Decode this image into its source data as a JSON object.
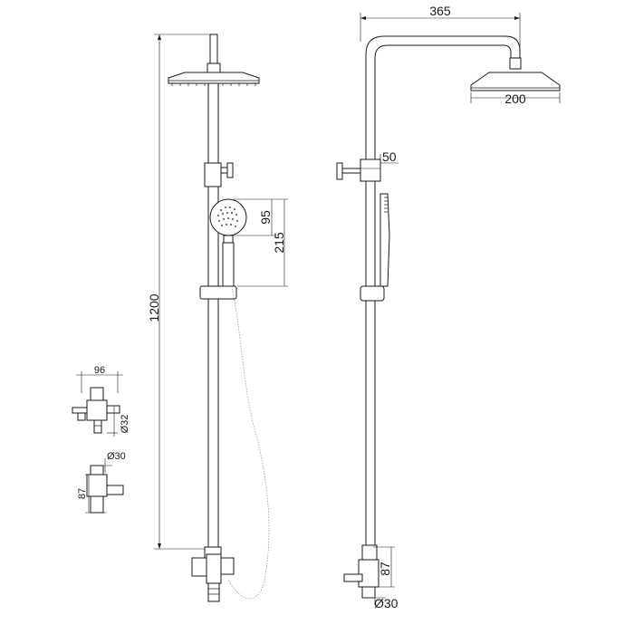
{
  "dimensions": {
    "arm_length": "365",
    "head_diameter": "200",
    "arm_offset": "50",
    "handset_diameter": "95",
    "handset_length": "215",
    "total_height": "1200",
    "valve_width": "96",
    "valve_diameter": "Ø32",
    "outlet_diameter_small": "Ø30",
    "valve_height_small": "87",
    "valve_height_side": "87",
    "outlet_diameter_side": "Ø30"
  }
}
